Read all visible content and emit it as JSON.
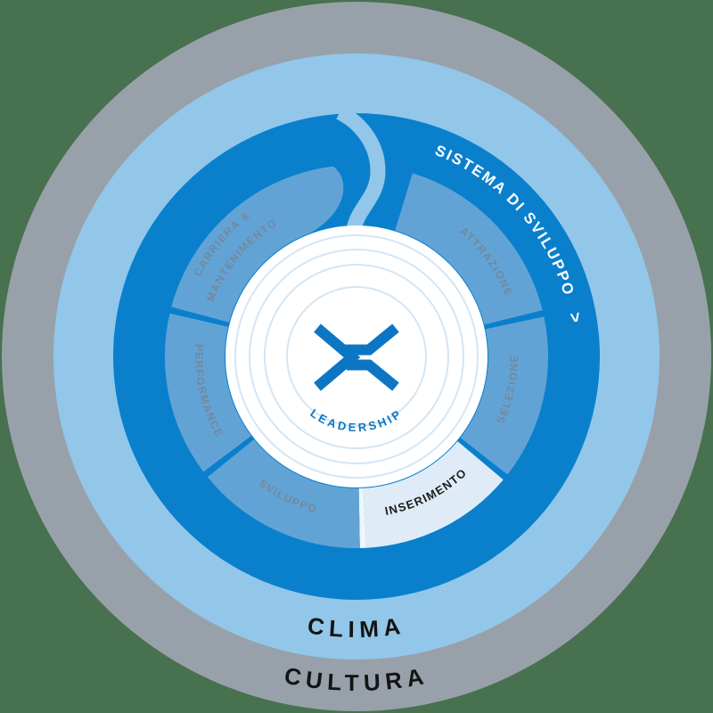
{
  "diagram": {
    "ring_title": "SISTEMA DI SVILUPPO",
    "ring_title_arrow": ">",
    "center": {
      "logo": "X",
      "label": "LEADERSHIP"
    },
    "segments": [
      {
        "label": "ATTRAZIONE",
        "highlighted": false
      },
      {
        "label": "SELEZIONE",
        "highlighted": false
      },
      {
        "label": "INSERIMENTO",
        "highlighted": true
      },
      {
        "label": "SVILUPPO",
        "highlighted": false
      },
      {
        "label": "PERFORMANCE",
        "highlighted": false
      },
      {
        "label_line1": "CARRIERA &",
        "label_line2": "MANTENIMENTO",
        "highlighted": false
      }
    ],
    "context_rings": [
      {
        "label": "CLIMA"
      },
      {
        "label": "CULTURA"
      }
    ],
    "colors": {
      "background": "#48714f",
      "cultura_ring": "#98a1aa",
      "clima_ring": "#92c7ea",
      "system_ring": "#0a80cd",
      "segment": "#62a3d6",
      "segment_highlight": "#dfecf7",
      "segment_label": "#74889a",
      "segment_highlight_label": "#1c1c1c",
      "center_fill": "#ffffff",
      "center_rings": "#d5e5f3",
      "logo_blue": "#0d76c4",
      "ring_title_text": "#ffffff",
      "outer_label_text": "#141414"
    }
  }
}
